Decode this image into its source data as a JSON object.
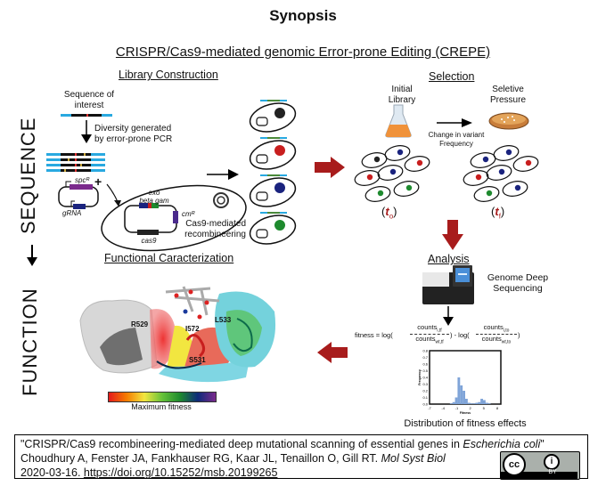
{
  "header": {
    "title": "Synopsis",
    "subtitle": "CRISPR/Cas9-mediated genomic Error-prone Editing (CREPE)"
  },
  "axis_labels": {
    "sequence": "SEQUENCE",
    "function": "FUNCTION"
  },
  "library_construction": {
    "heading": "Library Construction",
    "sequence_of_interest": "Sequence of interest",
    "diversity_label": "Diversity generated by error-prone PCR",
    "plasmid_marker": "spcᴿ",
    "plasmid_grna": "gRNA",
    "genes": [
      "exo",
      "beta gam",
      "cmᴿ",
      "cas9"
    ],
    "recombineering_label": "Cas9-mediated recombineering",
    "variant_colors": [
      "#222222",
      "#c81e1e",
      "#1a237e",
      "#1e8a2e"
    ]
  },
  "selection": {
    "heading": "Selection",
    "initial_library": "Initial Library",
    "selective_pressure": "Seletive Pressure",
    "change_label": "Change in variant Frequency",
    "t0_label": "t",
    "t0_sub": "o",
    "tf_label": "t",
    "tf_sub": "f"
  },
  "analysis": {
    "heading": "Analysis",
    "sequencing_label": "Genome Deep Sequencing",
    "formula": {
      "lhs": "fitness = log(",
      "num1": "counts",
      "num1_sub": "i,tf",
      "den1": "counts",
      "den1_sub": "wt,tf",
      "mid": ") - log(",
      "num2": "counts",
      "num2_sub": "i,to",
      "den2": "counts",
      "den2_sub": "wt,to",
      "end": ")"
    },
    "distribution_label": "Distribution of fitness effects"
  },
  "functional": {
    "heading": "Functional Caracterization",
    "residues": [
      "R529",
      "I572",
      "L533",
      "S531"
    ],
    "colorbar_label": "Maximum fitness"
  },
  "accent_colors": {
    "arrow_red": "#a81c1c",
    "dna_blue": "#29a9e0",
    "histogram": "#7fa4d8"
  },
  "chart_data": {
    "type": "bar",
    "title": "",
    "xlabel": "Fitness",
    "ylabel": "Frequency",
    "xlim": [
      -7,
      7
    ],
    "ylim": [
      0,
      0.8
    ],
    "xticks": [
      "-7",
      "-4",
      "-1",
      "2",
      "5",
      "8"
    ],
    "yticks": [
      "0.0",
      "0.1",
      "0.2",
      "0.3",
      "0.4",
      "0.5",
      "0.6",
      "0.7",
      "0.8"
    ],
    "bins": [
      -3.0,
      -2.5,
      -2.0,
      -1.5,
      -1.0,
      -0.5,
      0.0,
      0.5,
      1.0,
      1.5,
      2.0,
      2.5,
      3.0,
      3.5,
      4.0,
      4.5
    ],
    "values": [
      0.01,
      0.03,
      0.1,
      0.4,
      0.28,
      0.2,
      0.08,
      0.02,
      0.01,
      0.01,
      0.02,
      0.03,
      0.08,
      0.06,
      0.02,
      0.01
    ]
  },
  "citation": {
    "title_prefix": "\"CRISPR/Cas9 recombineering-mediated deep mutational scanning of essential genes in ",
    "title_species": "Escherichia coli",
    "title_suffix": "\"",
    "authors": "Choudhury A, Fenster JA, Fankhauser RG, Kaar JL, Tenaillon O, Gill RT. ",
    "journal": "Mol Syst Biol",
    "date": "2020-03-16. ",
    "doi": "https://doi.org/10.15252/msb.20199265",
    "license_cc": "cc",
    "license_by": "BY"
  }
}
